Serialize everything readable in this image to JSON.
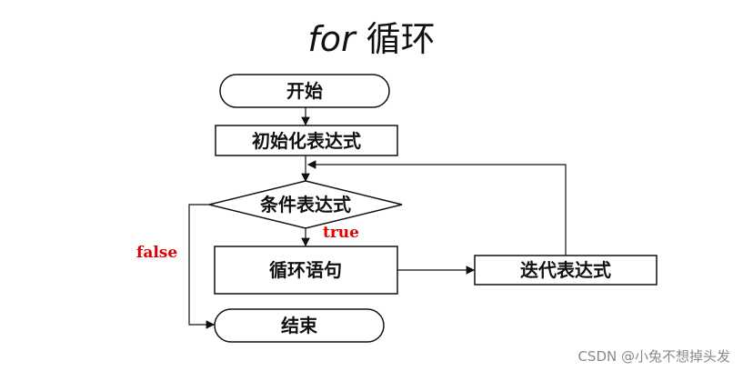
{
  "title": {
    "latin": "for",
    "cjk": "循环"
  },
  "nodes": {
    "start": "开始",
    "init": "初始化表达式",
    "condition": "条件表达式",
    "body": "循环语句",
    "update": "迭代表达式",
    "end": "结束"
  },
  "labels": {
    "true": "true",
    "false": "false"
  },
  "colors": {
    "stroke": "#111111",
    "label_red": "#e00000"
  },
  "watermark": "CSDN @小兔不想掉头发"
}
